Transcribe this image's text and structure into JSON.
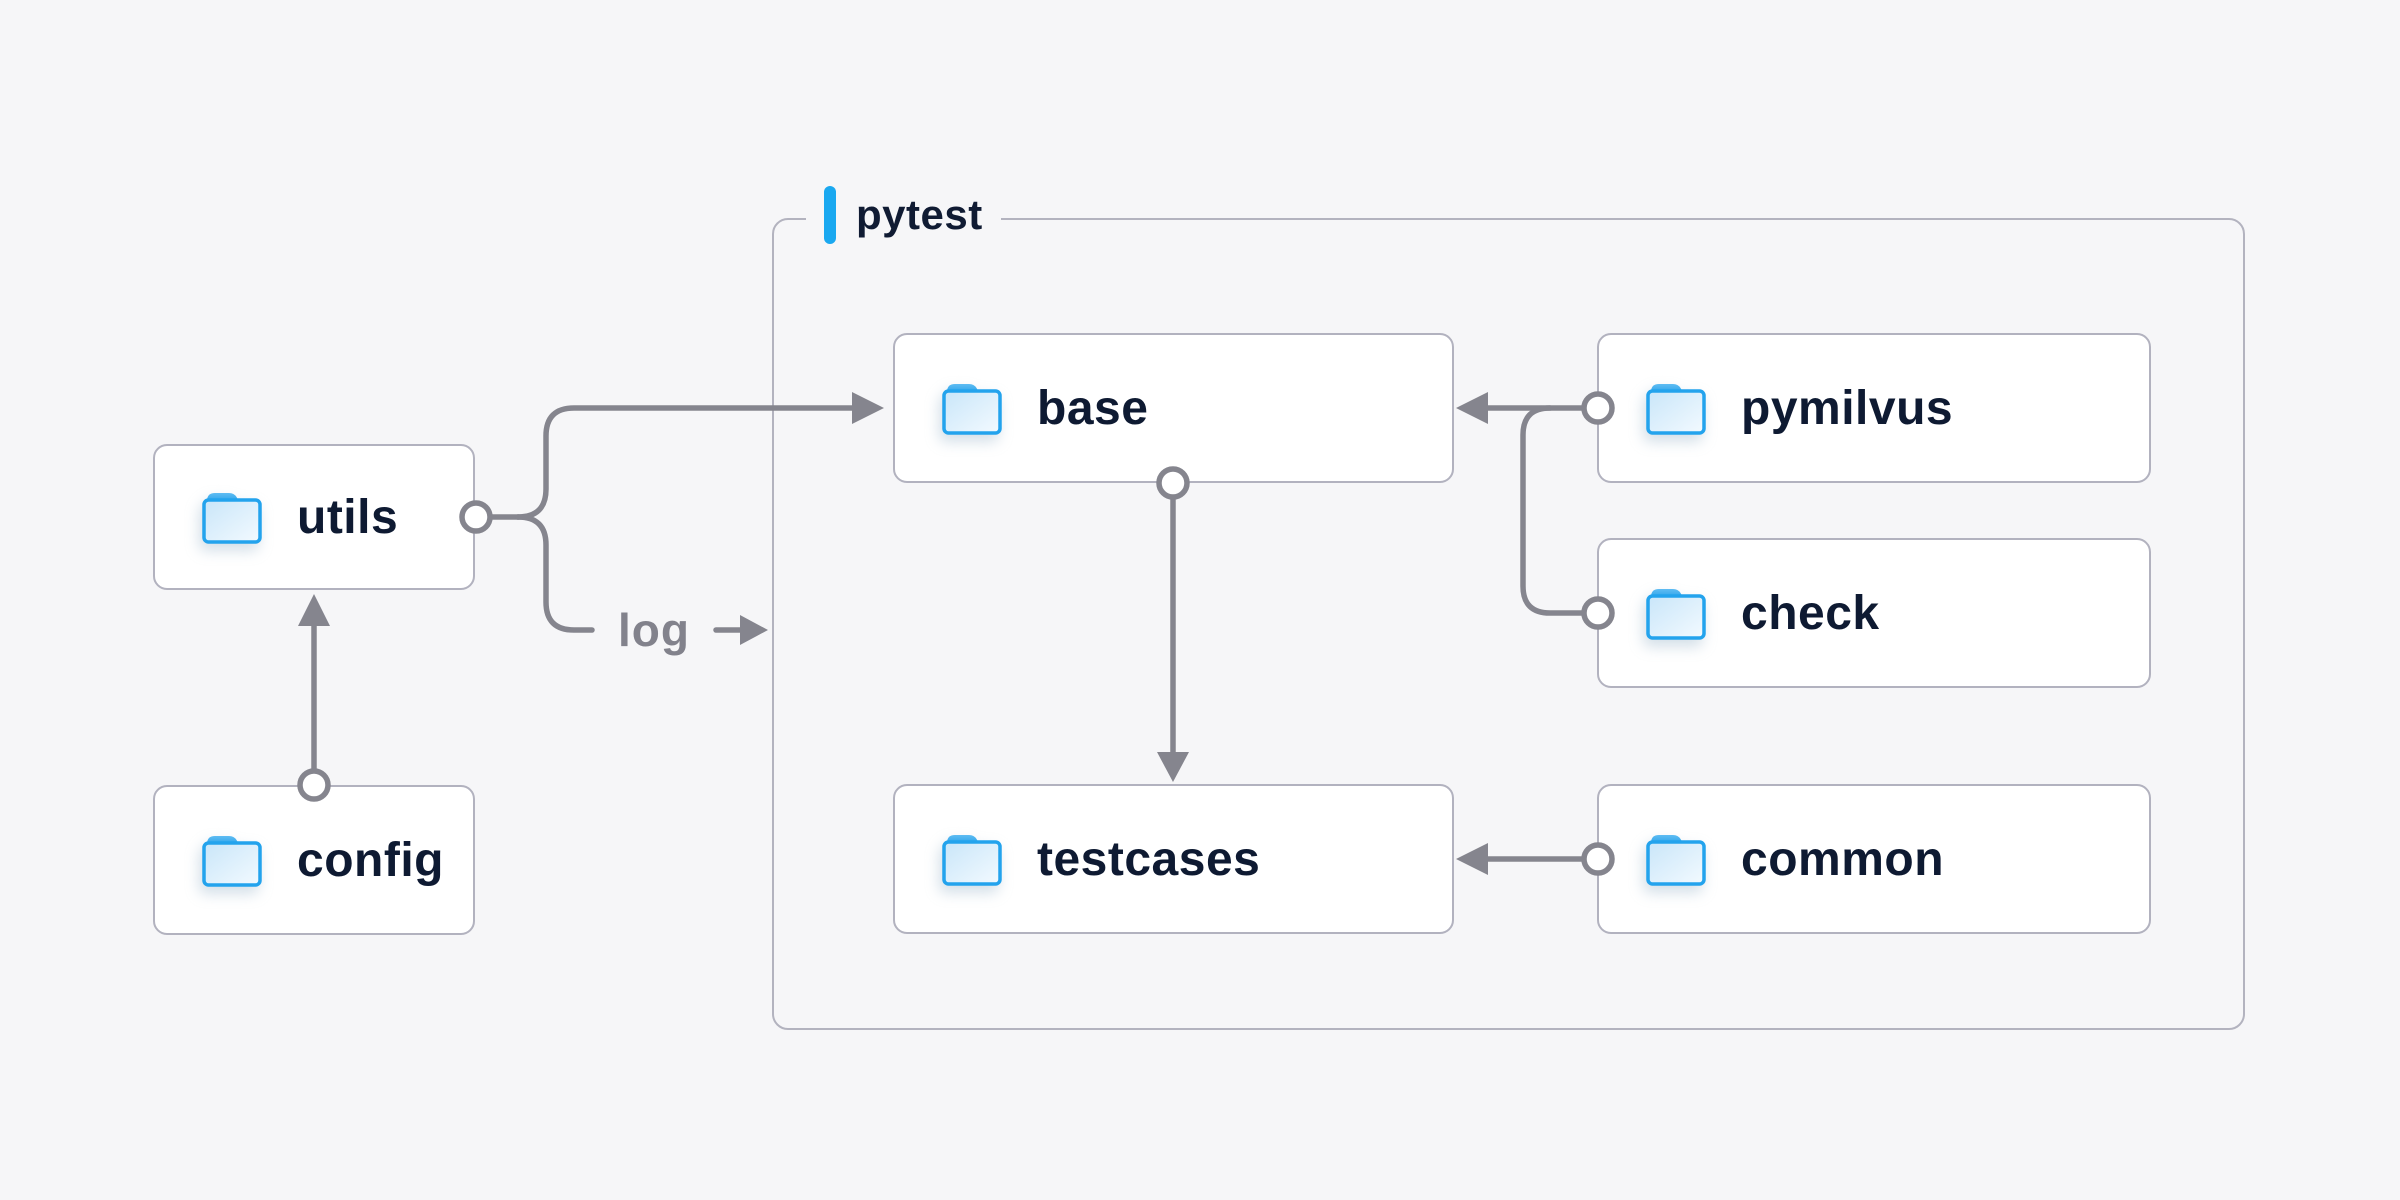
{
  "page": {
    "background": "#f6f6f8"
  },
  "group": {
    "label": "pytest",
    "accent_color": "#1aa8f0"
  },
  "nodes": [
    {
      "id": "utils",
      "label": "utils"
    },
    {
      "id": "config",
      "label": "config"
    },
    {
      "id": "base",
      "label": "base"
    },
    {
      "id": "pymilvus",
      "label": "pymilvus"
    },
    {
      "id": "check",
      "label": "check"
    },
    {
      "id": "testcases",
      "label": "testcases"
    },
    {
      "id": "common",
      "label": "common"
    }
  ],
  "edge_labels": {
    "log": "log"
  },
  "edges": [
    {
      "from": "config",
      "to": "utils",
      "style": "arrow-circle"
    },
    {
      "from": "utils",
      "to": "base",
      "style": "arrow-circle"
    },
    {
      "from": "utils",
      "to": "pytest-group",
      "style": "arrow-circle",
      "label": "log"
    },
    {
      "from": "base",
      "to": "testcases",
      "style": "arrow-circle"
    },
    {
      "from": "pymilvus",
      "to": "base",
      "style": "arrow-circle"
    },
    {
      "from": "check",
      "to": "base",
      "style": "arrow-circle"
    },
    {
      "from": "common",
      "to": "testcases",
      "style": "arrow-circle"
    }
  ],
  "colors": {
    "line": "#85858e",
    "node_border": "#b2b2bf",
    "node_fill": "#ffffff",
    "text": "#0e1a32",
    "accent_bar": "#1aa8f0",
    "folder_stroke": "#23a3ed"
  }
}
